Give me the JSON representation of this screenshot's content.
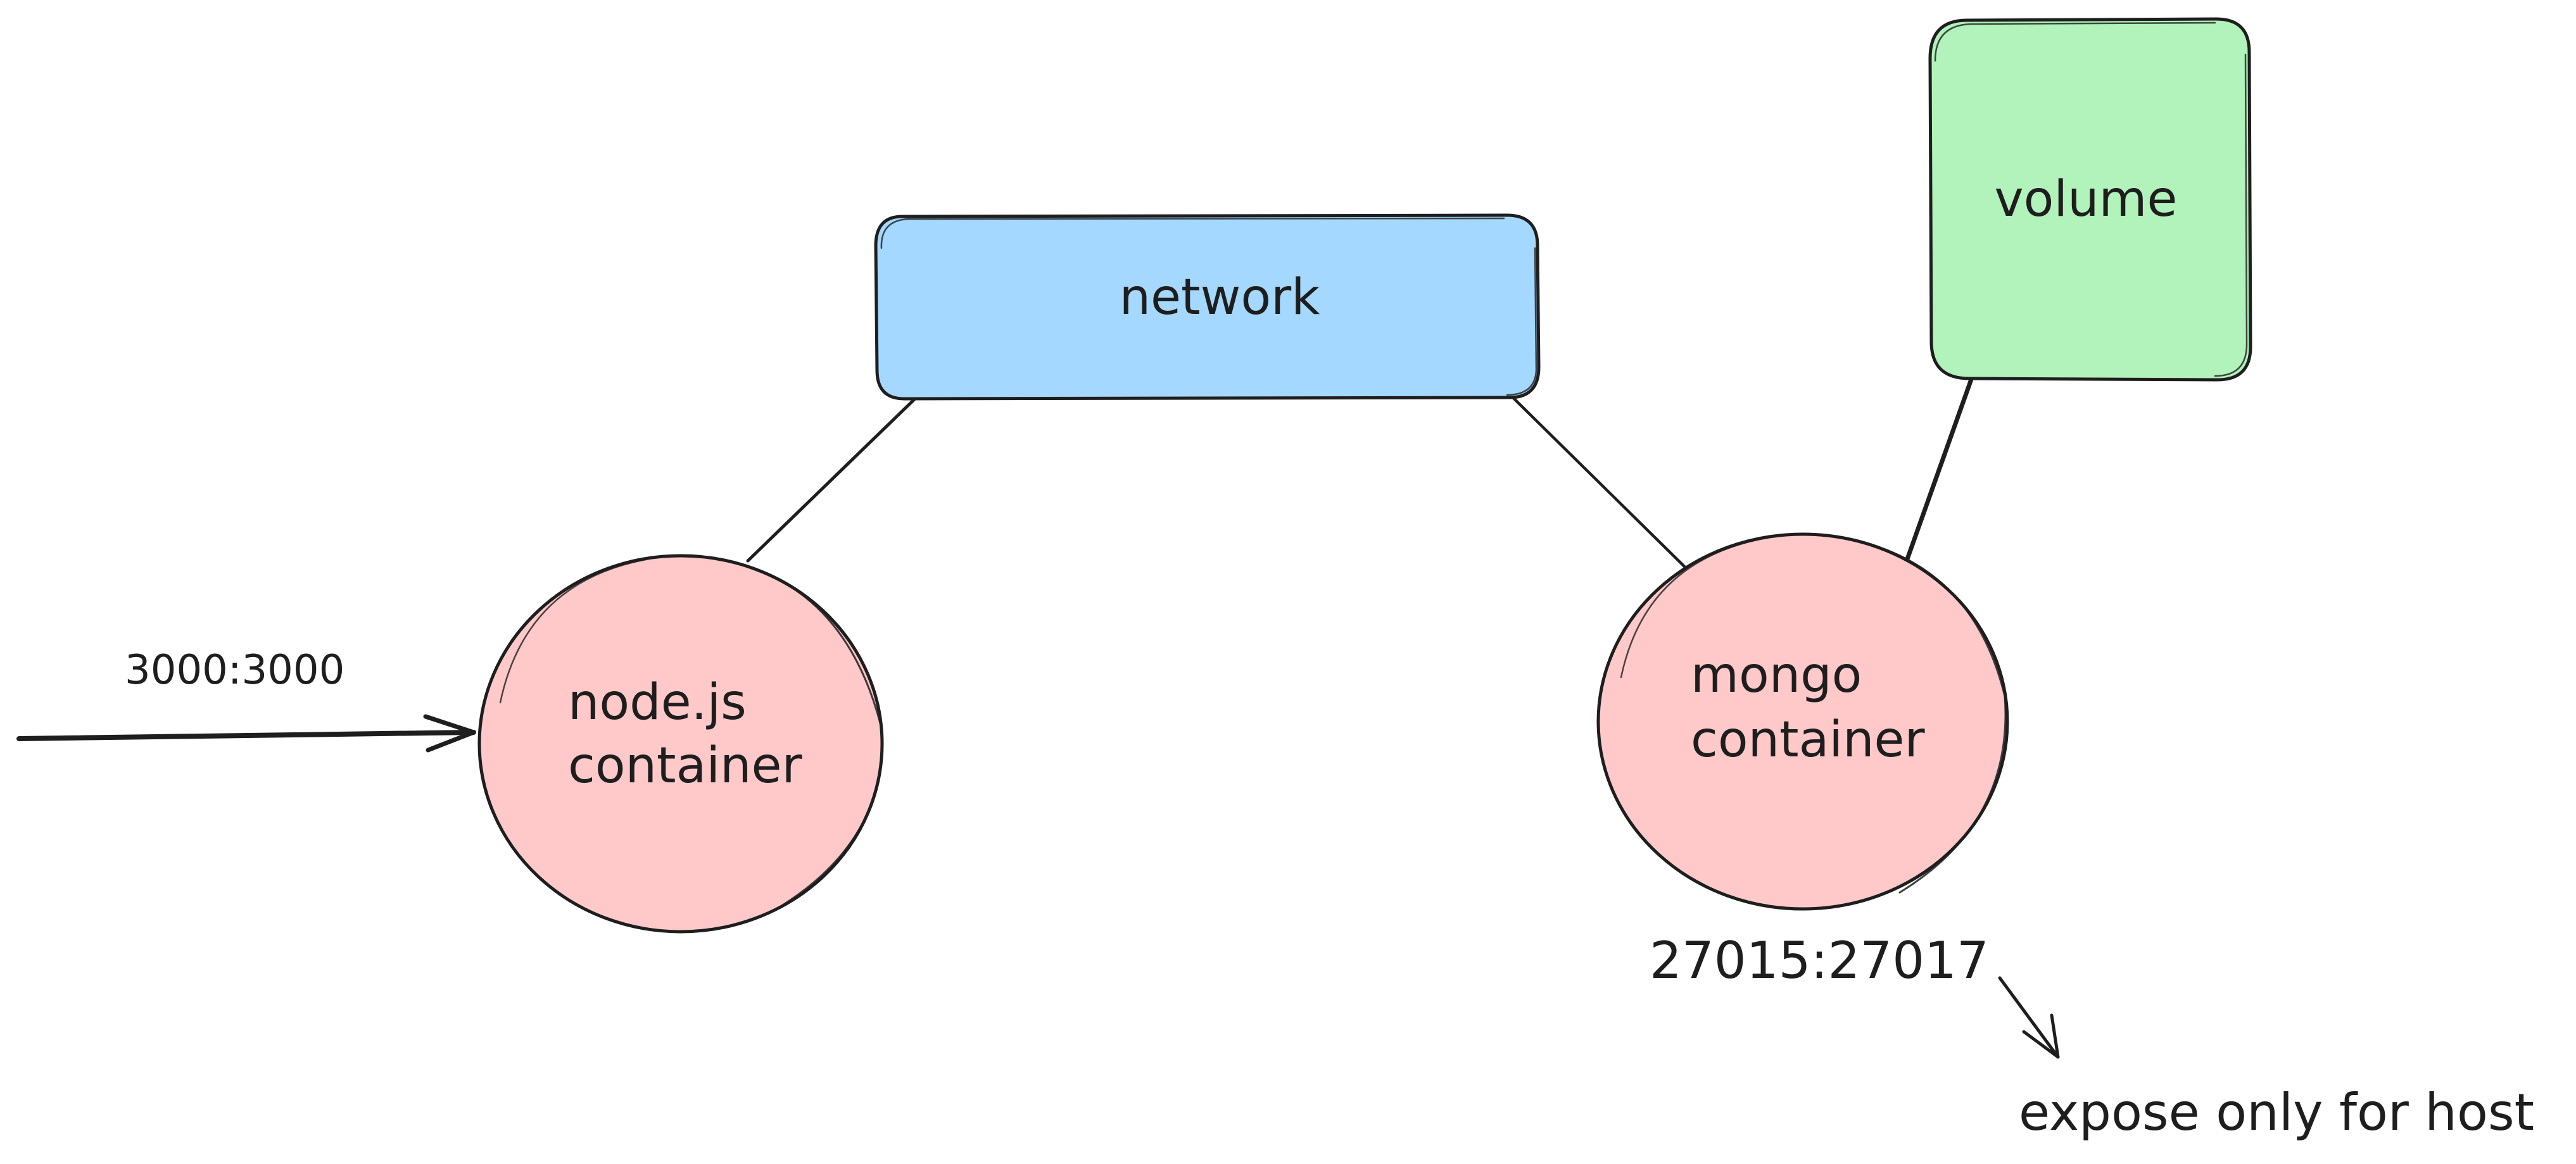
{
  "diagram": {
    "nodes": {
      "network": {
        "label": "network",
        "fill": "#a5d8ff"
      },
      "volume": {
        "label": "volume",
        "fill": "#b2f2bb"
      },
      "nodejs_container": {
        "label_line1": "node.js",
        "label_line2": "container",
        "fill": "#ffc9c9"
      },
      "mongo_container": {
        "label_line1": "mongo",
        "label_line2": "container",
        "fill": "#ffc9c9"
      }
    },
    "annotations": {
      "nodejs_port": "3000:3000",
      "mongo_port": "27015:27017",
      "host_note": "expose only for host"
    },
    "stroke_color": "#1e1e1e",
    "background": "#ffffff"
  }
}
